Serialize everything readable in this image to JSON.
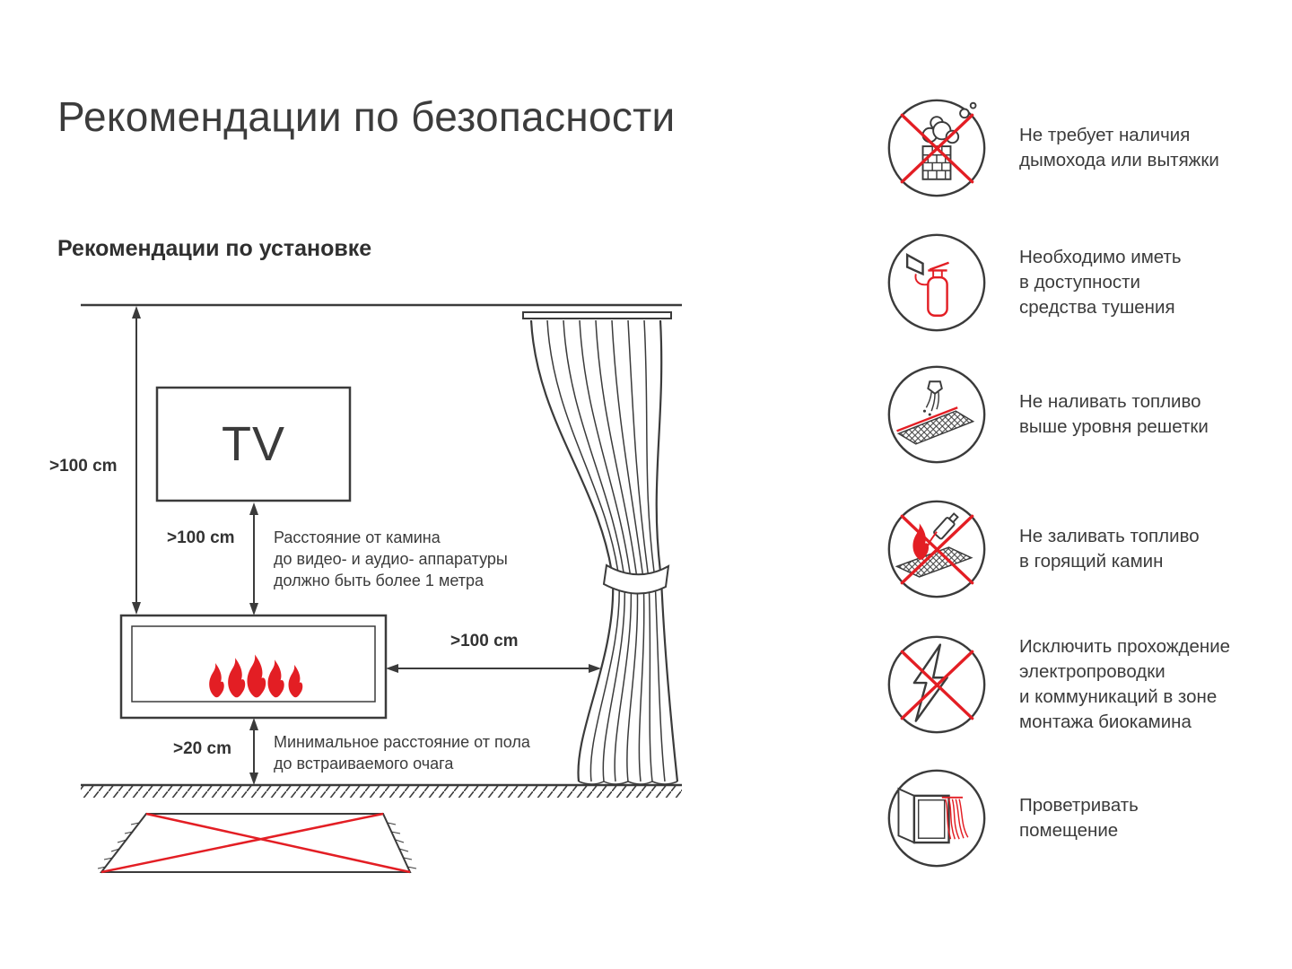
{
  "page": {
    "title": "Рекомендации по безопасности",
    "subtitle": "Рекомендации по установке"
  },
  "diagram": {
    "tv_label": "TV",
    "dims": {
      "ceiling_to_fireplace": ">100 cm",
      "tv_to_fireplace": ">100 cm",
      "fireplace_to_curtain": ">100 cm",
      "floor_to_fireplace": ">20 cm"
    },
    "notes": {
      "tv_distance": "Расстояние от камина\nдо видео- и аудио- аппаратуры\nдолжно быть более 1 метра",
      "floor_distance": "Минимальное расстояние от пола\nдо встраиваемого очага"
    }
  },
  "safety_items": [
    {
      "icon": "no-chimney-icon",
      "text": "Не требует наличия\nдымохода или вытяжки"
    },
    {
      "icon": "fire-extinguisher-icon",
      "text": "Необходимо иметь\nв доступности\nсредства тушения"
    },
    {
      "icon": "fuel-level-icon",
      "text": "Не наливать топливо\nвыше уровня решетки"
    },
    {
      "icon": "no-refuel-burning-icon",
      "text": "Не заливать топливо\nв горящий камин"
    },
    {
      "icon": "no-wiring-icon",
      "text": "Исключить прохождение\nэлектропроводки\nи коммуникаций в зоне\nмонтажа биокамина"
    },
    {
      "icon": "ventilate-icon",
      "text": "Проветривать\nпомещение"
    }
  ],
  "colors": {
    "line_dark": "#3b3b3b",
    "warning_red": "#e31e24"
  }
}
